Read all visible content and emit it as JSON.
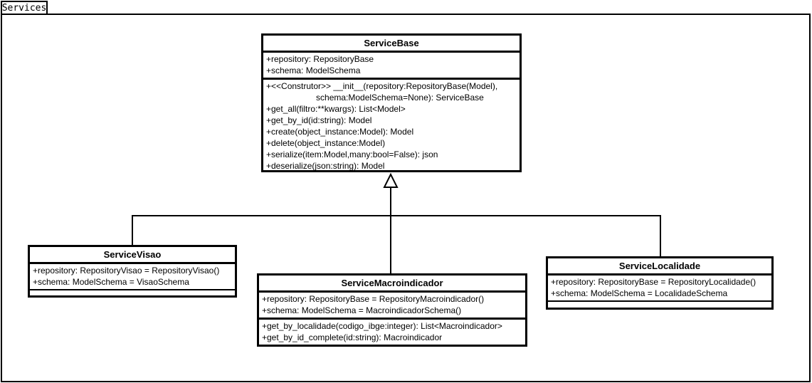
{
  "package": {
    "tab_label": "Services"
  },
  "classes": [
    {
      "id": "service-base",
      "title": "ServiceBase",
      "attributes": [
        "+repository: RepositoryBase",
        "+schema: ModelSchema"
      ],
      "methods": [
        "+<<Construtor>> __init__(repository:RepositoryBase(Model),",
        "                     schema:ModelSchema=None): ServiceBase",
        "+get_all(filtro:**kwargs): List<Model>",
        "+get_by_id(id:string): Model",
        "+create(object_instance:Model): Model",
        "+delete(object_instance:Model)",
        "+serialize(item:Model,many:bool=False): json",
        "+deserialize(json:string): Model"
      ]
    },
    {
      "id": "service-visao",
      "title": "ServiceVisao",
      "attributes": [
        "+repository: RepositoryVisao = RepositoryVisao()",
        "+schema: ModelSchema = VisaoSchema"
      ],
      "methods": []
    },
    {
      "id": "service-macroindicador",
      "title": "ServiceMacroindicador",
      "attributes": [
        "+repository: RepositoryBase = RepositoryMacroindicador()",
        "+schema: ModelSchema = MacroindicadorSchema()"
      ],
      "methods": [
        "+get_by_localidade(codigo_ibge:integer): List<Macroindicador>",
        "+get_by_id_complete(id:string): Macroindicador"
      ]
    },
    {
      "id": "service-localidade",
      "title": "ServiceLocalidade",
      "attributes": [
        "+repository: RepositoryBase = RepositoryLocalidade()",
        "+schema: ModelSchema = LocalidadeSchema"
      ],
      "methods": []
    }
  ],
  "relationships": [
    {
      "type": "generalization",
      "from": "ServiceVisao",
      "to": "ServiceBase"
    },
    {
      "type": "generalization",
      "from": "ServiceMacroindicador",
      "to": "ServiceBase"
    },
    {
      "type": "generalization",
      "from": "ServiceLocalidade",
      "to": "ServiceBase"
    }
  ],
  "colors": {
    "line": "#000000",
    "background": "#ffffff",
    "text": "#000000"
  }
}
